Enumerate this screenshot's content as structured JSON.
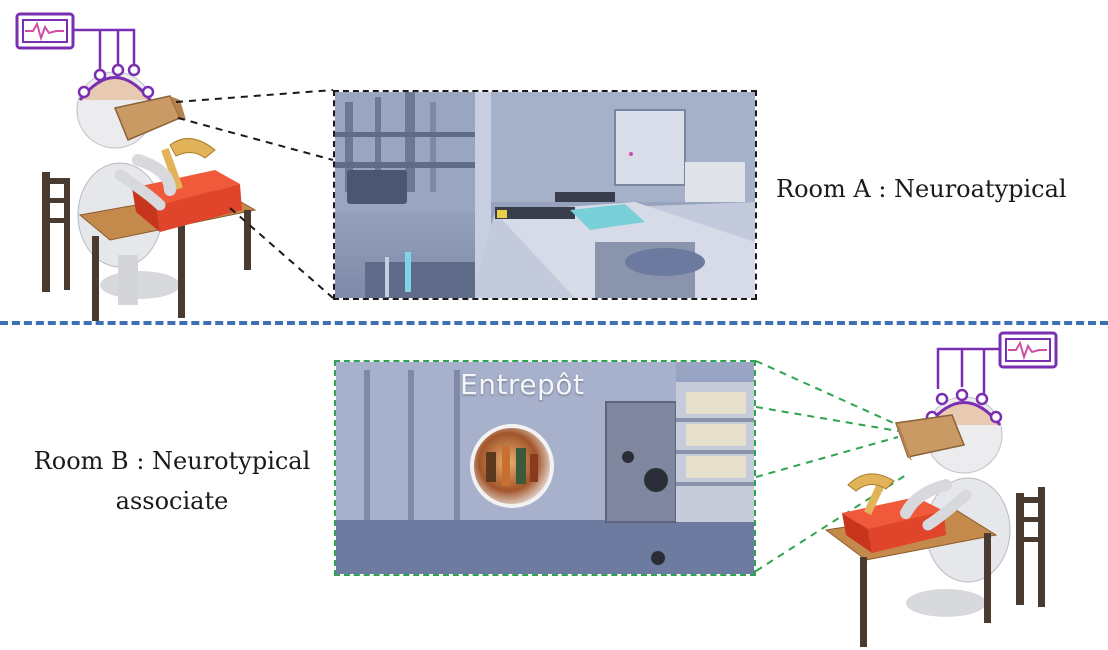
{
  "room_a": {
    "label": "Room A : Neuroatypical"
  },
  "room_b": {
    "label_line1": "Room B : Neurotypical",
    "label_line2": "associate",
    "screen_text": "Entrepôt"
  },
  "colors": {
    "divider": "#3f6fb5",
    "green_dash": "#2ea44f",
    "black_dash": "#1a1a1a",
    "eeg": "#7a2fb0",
    "box_red": "#e0442a",
    "headset": "#c99a63"
  },
  "icons": [
    "eeg-monitor-icon",
    "person-vr-figure",
    "hammer-icon",
    "toolbox-icon",
    "chair-icon",
    "table-icon",
    "vr-headset-icon"
  ]
}
